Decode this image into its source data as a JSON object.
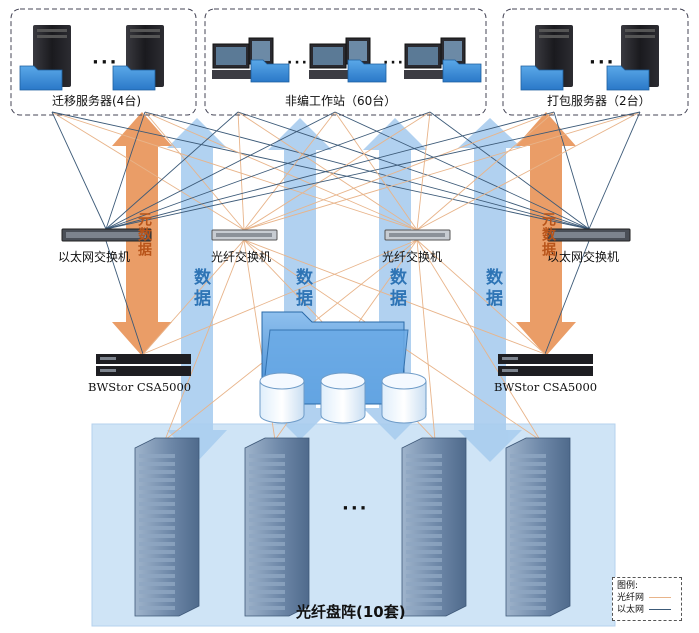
{
  "groups": {
    "migration": {
      "label": "迁移服务器(4台)",
      "dots": "···"
    },
    "workstations": {
      "label": "非编工作站（60台）",
      "dots_a": "···",
      "dots_b": "···"
    },
    "packaging": {
      "label": "打包服务器（2台）",
      "dots": "···"
    }
  },
  "switches": {
    "ethernet_left": "以太网交换机",
    "fiber_left": "光纤交换机",
    "fiber_right": "光纤交换机",
    "ethernet_right": "以太网交换机"
  },
  "storage_nodes": {
    "left": "BWStor CSA5000",
    "right": "BWStor CSA5000"
  },
  "flows": {
    "data_label": "数据",
    "metadata_label": "元数据"
  },
  "array": {
    "title": "光纤盘阵(10套)",
    "dots": "···"
  },
  "legend": {
    "title": "图例:",
    "fiber": "光纤网",
    "ethernet": "以太网",
    "fiber_color": "#e8b48a",
    "ethernet_color": "#3c5a78"
  },
  "colors": {
    "data_arrow": "#a9cdef",
    "metadata_arrow": "#e8955a",
    "array_bg": "#cfe4f6"
  }
}
